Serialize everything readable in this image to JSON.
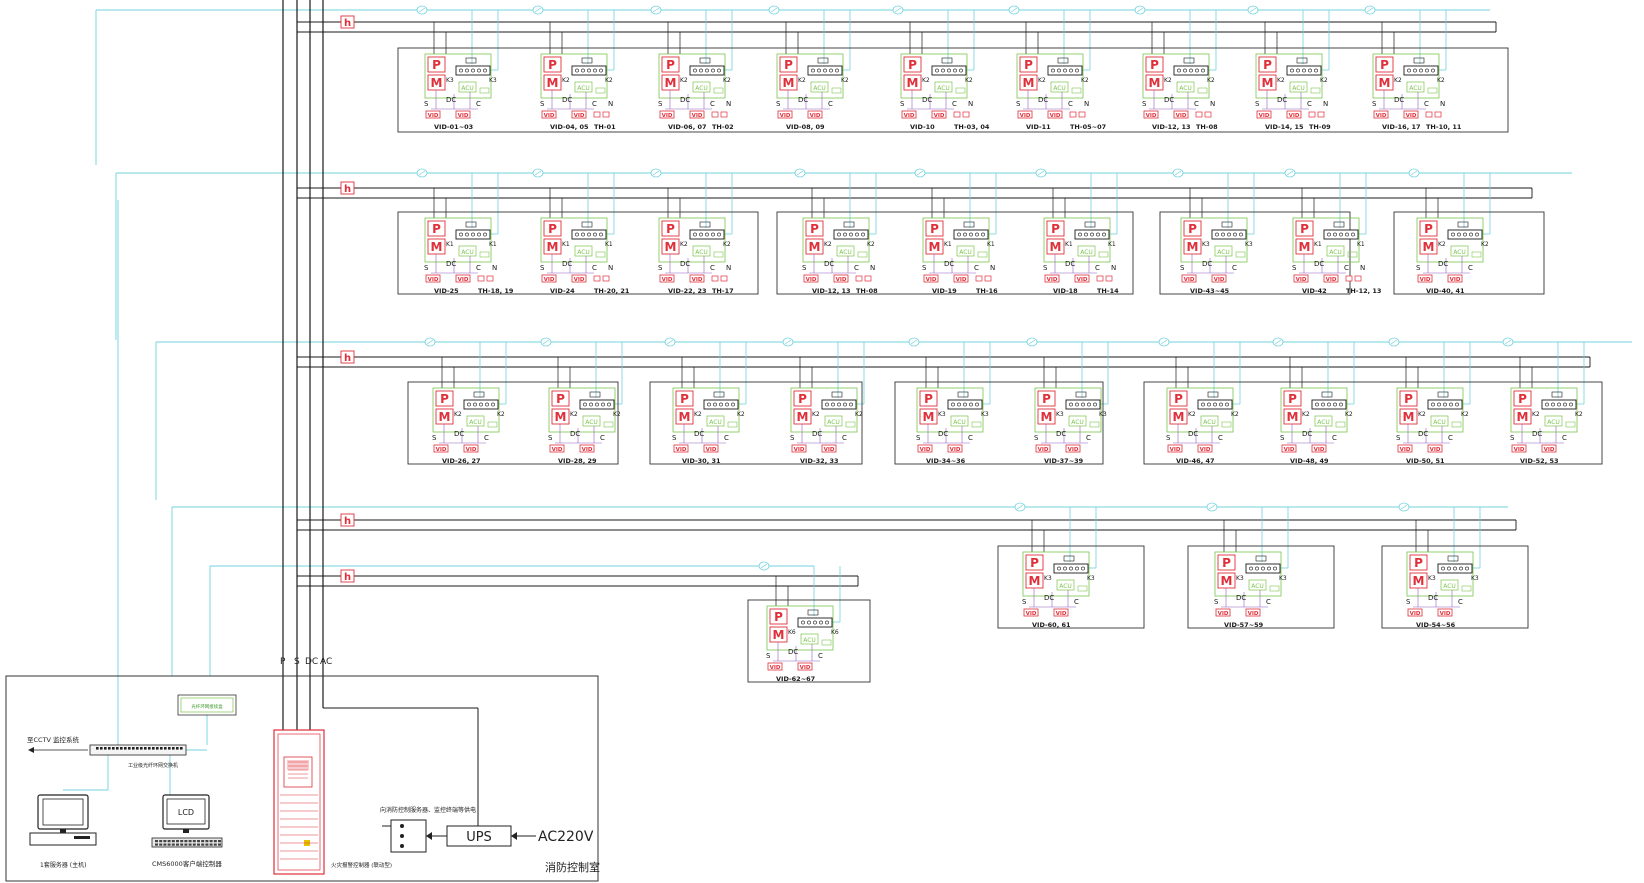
{
  "bus_labels": [
    "P",
    "S",
    "DC",
    "AC"
  ],
  "hub_symbol": "h",
  "node": {
    "p": "P",
    "m": "M",
    "s": "S",
    "dc": "DC",
    "c": "C",
    "n": "N",
    "acu": "ACU",
    "vid": "VID"
  },
  "rows": [
    {
      "boxes": [
        {
          "nodes": [
            {
              "caption": "VID-01~03",
              "side": "K3"
            },
            {
              "caption": "VID-04, 05",
              "side": "K2",
              "tr": "TH-01"
            },
            {
              "caption": "VID-06, 07",
              "side": "K2",
              "tr": "TH-02"
            },
            {
              "caption": "VID-08, 09",
              "side": "K2"
            },
            {
              "caption": "VID-10",
              "side": "K2",
              "tr": "TH-03, 04"
            },
            {
              "caption": "VID-11",
              "side": "K2",
              "tr": "TH-05~07"
            },
            {
              "caption": "VID-12, 13",
              "side": "K2",
              "tr": "TH-08"
            },
            {
              "caption": "VID-14, 15",
              "side": "K2",
              "tr": "TH-09"
            },
            {
              "caption": "VID-16, 17",
              "side": "K2",
              "tr": "TH-10, 11"
            }
          ]
        }
      ]
    },
    {
      "boxes": [
        {
          "nodes": [
            {
              "caption": "VID-25",
              "side": "K1",
              "tr": "TH-18, 19"
            },
            {
              "caption": "VID-24",
              "side": "K1",
              "tr": "TH-20, 21"
            },
            {
              "caption": "VID-22, 23",
              "side": "K2",
              "tr": "TH-17"
            }
          ]
        },
        {
          "nodes": [
            {
              "caption": "VID-12, 13",
              "side": "K2",
              "tr": "TH-08"
            },
            {
              "caption": "VID-19",
              "side": "K1",
              "tr": "TH-16"
            },
            {
              "caption": "VID-18",
              "side": "K1",
              "tr": "TH-14"
            }
          ]
        },
        {
          "nodes": [
            {
              "caption": "VID-43~45",
              "side": "K3"
            },
            {
              "caption": "VID-42",
              "side": "K1",
              "tr": "TH-12, 13"
            }
          ]
        },
        {
          "nodes": [
            {
              "caption": "VID-40, 41",
              "side": "K2"
            }
          ]
        }
      ]
    },
    {
      "boxes": [
        {
          "nodes": [
            {
              "caption": "VID-26, 27",
              "side": "K2"
            },
            {
              "caption": "VID-28, 29",
              "side": "K2"
            }
          ]
        },
        {
          "nodes": [
            {
              "caption": "VID-30, 31",
              "side": "K2"
            },
            {
              "caption": "VID-32, 33",
              "side": "K2"
            }
          ]
        },
        {
          "nodes": [
            {
              "caption": "VID-34~36",
              "side": "K3"
            },
            {
              "caption": "VID-37~39",
              "side": "K3"
            }
          ]
        },
        {
          "nodes": [
            {
              "caption": "VID-46, 47",
              "side": "K2"
            },
            {
              "caption": "VID-48, 49",
              "side": "K2"
            },
            {
              "caption": "VID-50, 51",
              "side": "K2"
            },
            {
              "caption": "VID-52, 53",
              "side": "K2"
            }
          ]
        }
      ]
    },
    {
      "boxes": [
        {
          "nodes": [
            {
              "caption": "VID-60, 61",
              "side": "K3"
            }
          ]
        },
        {
          "nodes": [
            {
              "caption": "VID-57~59",
              "side": "K3"
            }
          ]
        },
        {
          "nodes": [
            {
              "caption": "VID-54~56",
              "side": "K3"
            }
          ]
        }
      ]
    },
    {
      "boxes": [
        {
          "nodes": [
            {
              "caption": "VID-62~67",
              "side": "K6"
            }
          ]
        }
      ]
    }
  ],
  "control_room": {
    "cctv_label": "至CCTV 监控系统",
    "switch_label": "工业级光纤环网交换机",
    "host_label": "1套服务器 (主机)",
    "lcd_text": "LCD",
    "lcd_label": "CMS6000客户端控制器",
    "fiber_box_label": "光纤环网接续盒",
    "alarm_label": "火灾报警控制器 (联动型)",
    "power_note": "向消防控制服务器、监控终端等供电",
    "ups_label": "UPS",
    "ac_label": "AC220V",
    "room_label": "消防控制室"
  }
}
